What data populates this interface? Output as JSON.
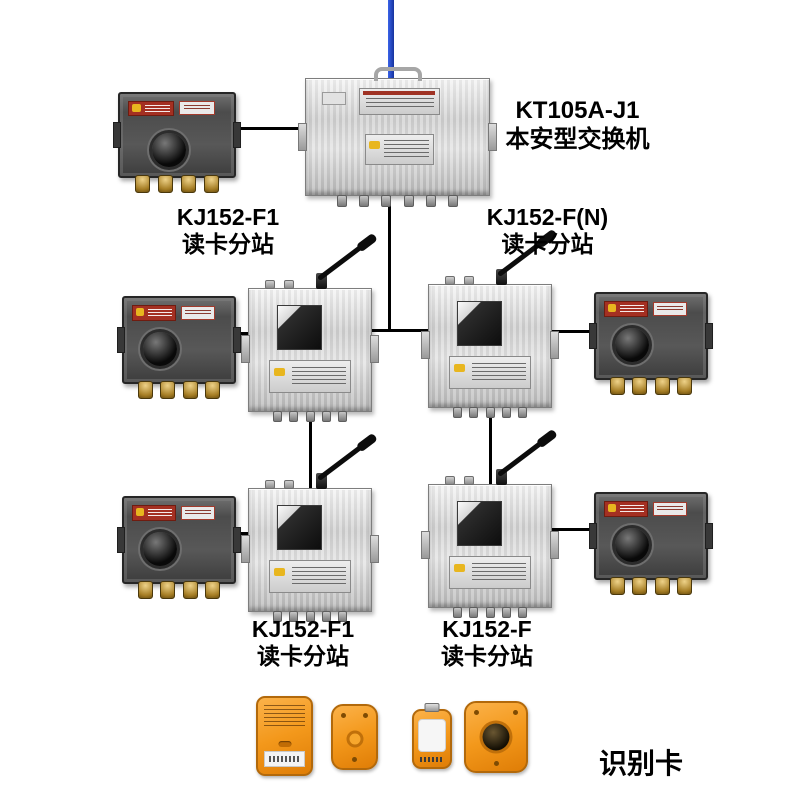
{
  "diagram": {
    "switch": {
      "model": "KT105A-J1",
      "name": "本安型交换机"
    },
    "stations": [
      {
        "position": "top-left",
        "model": "KJ152-F1",
        "name": "读卡分站"
      },
      {
        "position": "top-right",
        "model": "KJ152-F(N)",
        "name": "读卡分站"
      },
      {
        "position": "bottom-left",
        "model": "KJ152-F1",
        "name": "读卡分站"
      },
      {
        "position": "bottom-right",
        "model": "KJ152-F",
        "name": "读卡分站"
      }
    ],
    "cards_caption": "识别卡"
  },
  "colors": {
    "background": "#ffffff",
    "wire": "#000000",
    "uplink_cable_blue": "#1d47cc",
    "stainless_steel": "#d8d8d8",
    "enclosure_dark_gray": "#4e4e4e",
    "brass_gland": "#b18a2f",
    "warning_red": "#a43022",
    "logo_yellow": "#e8b61f",
    "card_orange": "#f39a1d"
  },
  "icons": {
    "antenna-icon": "black angled rod on station top",
    "display-window": "dark square with light corner",
    "cable-gland": "small metal nub",
    "warning-label": "red plate with yellow MA logo",
    "cable-port": "black round opening"
  }
}
